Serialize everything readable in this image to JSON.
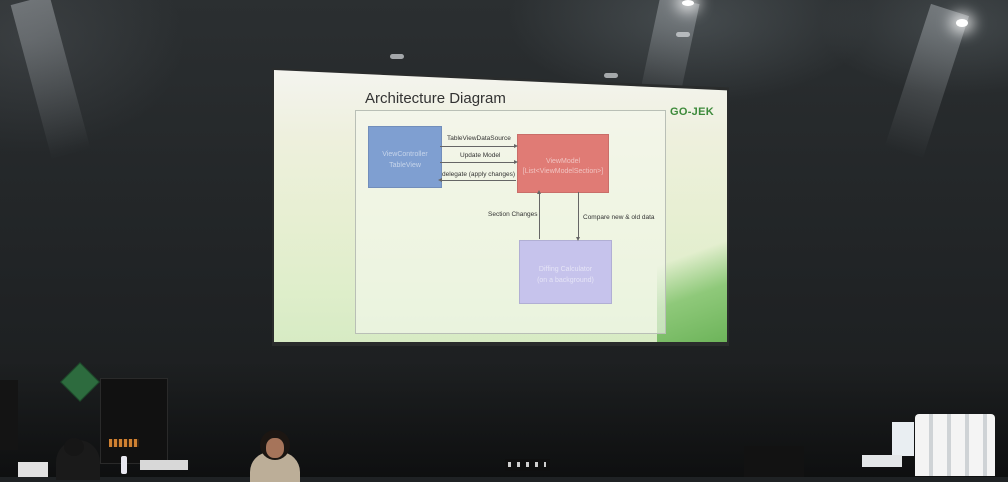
{
  "slide": {
    "title": "Architecture Diagram",
    "logo": "GO-JEK"
  },
  "diagram": {
    "boxes": {
      "view_controller": {
        "line1": "ViewController",
        "line2": "TableView",
        "color": "#7f9fd1"
      },
      "view_model": {
        "line1": "ViewModel",
        "line2": "[List<ViewModelSection>]",
        "color": "#e07b75"
      },
      "diffing_calculator": {
        "line1": "Diffing Calculator",
        "line2": "(on a background)",
        "color": "#c6c3ec"
      }
    },
    "arrows": {
      "table_view_data_source": "TableViewDataSource",
      "update_model": "Update Model",
      "delegate": "delegate (apply changes)",
      "section_changes": "Section Changes",
      "compare": "Compare new & old data"
    }
  }
}
